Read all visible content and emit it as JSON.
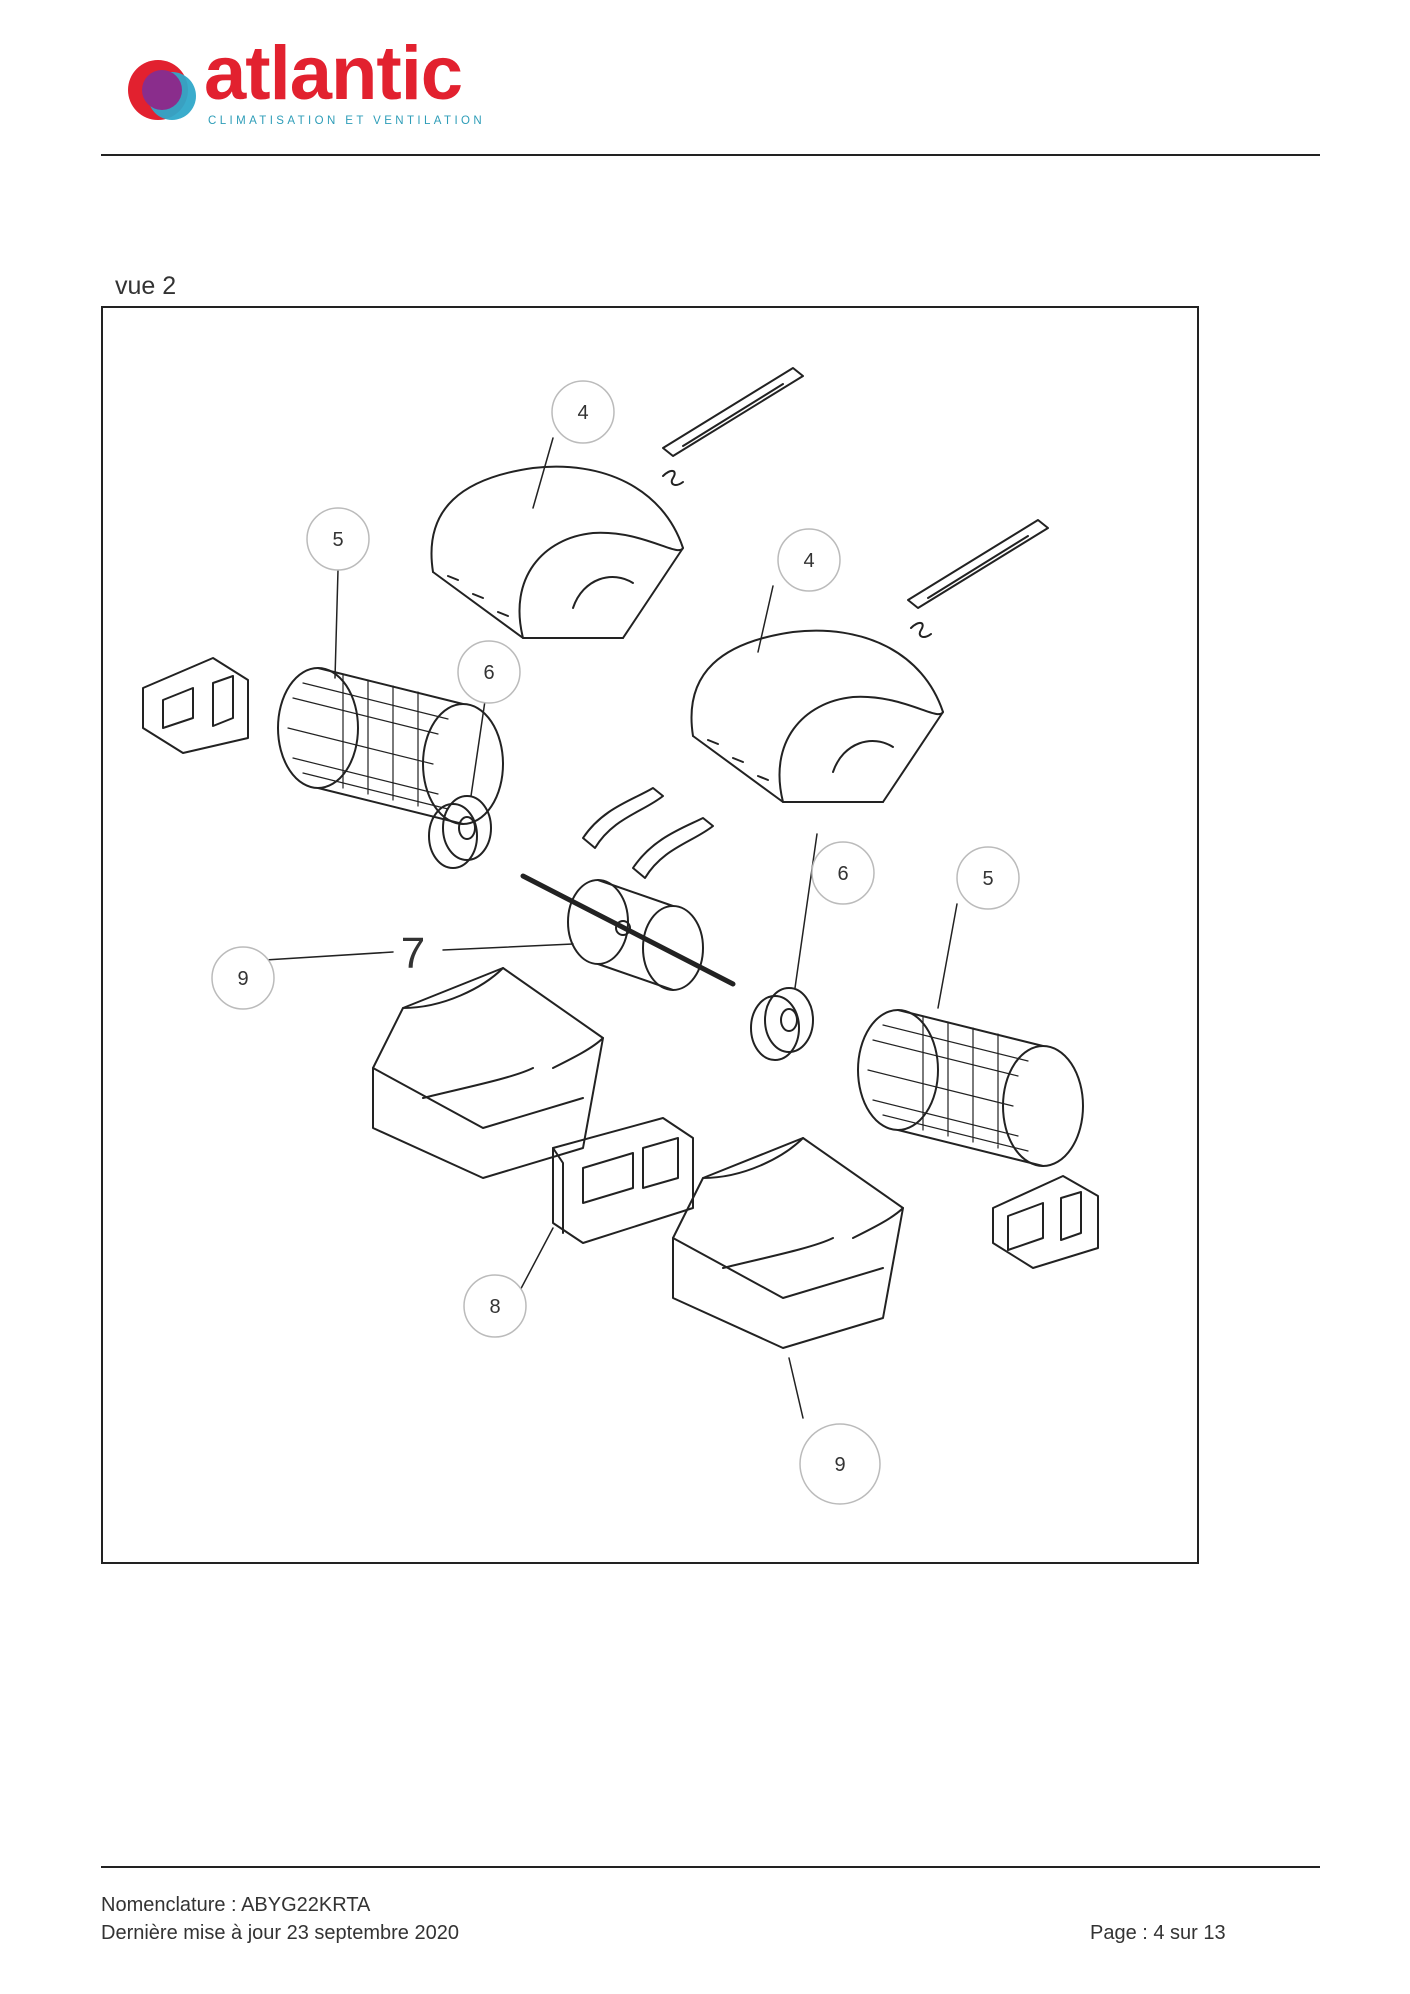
{
  "brand": {
    "name": "atlantic",
    "tagline": "CLIMATISATION ET VENTILATION",
    "colors": {
      "word": "#e2212f",
      "tagline": "#2e9db8",
      "disc_red": "#e2212f",
      "disc_purple": "#8a2d8c",
      "disc_cyan": "#2fa8c9"
    }
  },
  "section": {
    "label": "vue 2"
  },
  "callouts": [
    {
      "label": "4"
    },
    {
      "label": "4"
    },
    {
      "label": "5"
    },
    {
      "label": "5"
    },
    {
      "label": "6"
    },
    {
      "label": "6"
    },
    {
      "label": "7"
    },
    {
      "label": "8"
    },
    {
      "label": "9"
    },
    {
      "label": "9"
    }
  ],
  "footer": {
    "nomenclature": "Nomenclature : ABYG22KRTA",
    "updated": "Dernière mise à jour 23 septembre 2020",
    "page": "Page : 4 sur 13"
  }
}
